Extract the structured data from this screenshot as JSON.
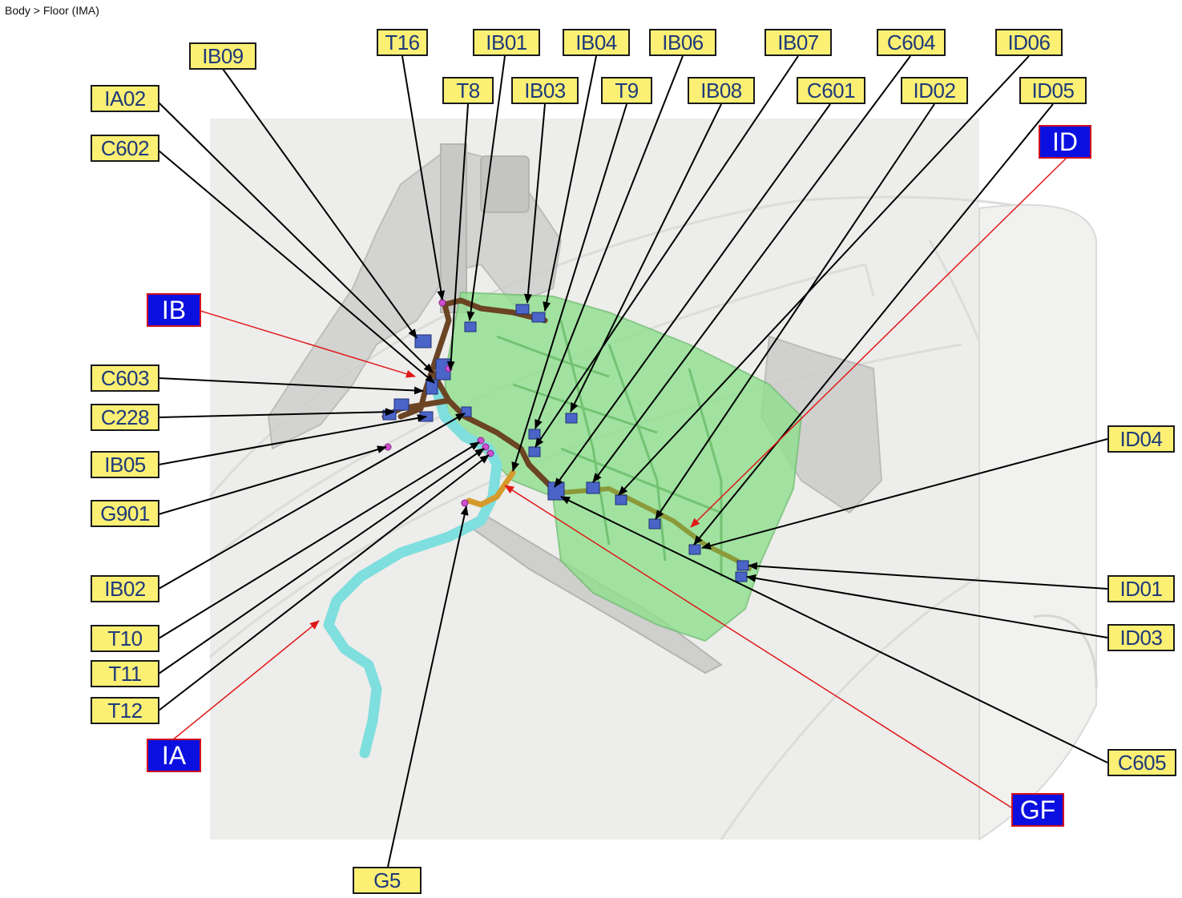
{
  "breadcrumb": "Body > Floor (IMA)",
  "colors": {
    "callout_fill": "#fbf074",
    "callout_text": "#1f3a7a",
    "group_fill": "#0b10e0",
    "group_border": "#d01020",
    "harness_brown": "#6b4424",
    "harness_cyan": "#7fdede",
    "harness_orange": "#d59a2c",
    "harness_olive": "#8b9a3a",
    "battery_green": "#8fe08f"
  },
  "callouts": [
    {
      "id": "IB09",
      "label": "IB09"
    },
    {
      "id": "IA02",
      "label": "IA02"
    },
    {
      "id": "C602",
      "label": "C602"
    },
    {
      "id": "T16",
      "label": "T16"
    },
    {
      "id": "IB01",
      "label": "IB01"
    },
    {
      "id": "IB04",
      "label": "IB04"
    },
    {
      "id": "IB06",
      "label": "IB06"
    },
    {
      "id": "IB07",
      "label": "IB07"
    },
    {
      "id": "C604",
      "label": "C604"
    },
    {
      "id": "ID06",
      "label": "ID06"
    },
    {
      "id": "T8",
      "label": "T8"
    },
    {
      "id": "IB03",
      "label": "IB03"
    },
    {
      "id": "T9",
      "label": "T9"
    },
    {
      "id": "IB08",
      "label": "IB08"
    },
    {
      "id": "C601",
      "label": "C601"
    },
    {
      "id": "ID02",
      "label": "ID02"
    },
    {
      "id": "ID05",
      "label": "ID05"
    },
    {
      "id": "C603",
      "label": "C603"
    },
    {
      "id": "C228",
      "label": "C228"
    },
    {
      "id": "IB05",
      "label": "IB05"
    },
    {
      "id": "G901",
      "label": "G901"
    },
    {
      "id": "IB02",
      "label": "IB02"
    },
    {
      "id": "T10",
      "label": "T10"
    },
    {
      "id": "T11",
      "label": "T11"
    },
    {
      "id": "T12",
      "label": "T12"
    },
    {
      "id": "G5",
      "label": "G5"
    },
    {
      "id": "ID04",
      "label": "ID04"
    },
    {
      "id": "ID01",
      "label": "ID01"
    },
    {
      "id": "ID03",
      "label": "ID03"
    },
    {
      "id": "C605",
      "label": "C605"
    }
  ],
  "groups": [
    {
      "id": "IB",
      "label": "IB"
    },
    {
      "id": "IA",
      "label": "IA"
    },
    {
      "id": "ID",
      "label": "ID"
    },
    {
      "id": "GF",
      "label": "GF"
    }
  ]
}
